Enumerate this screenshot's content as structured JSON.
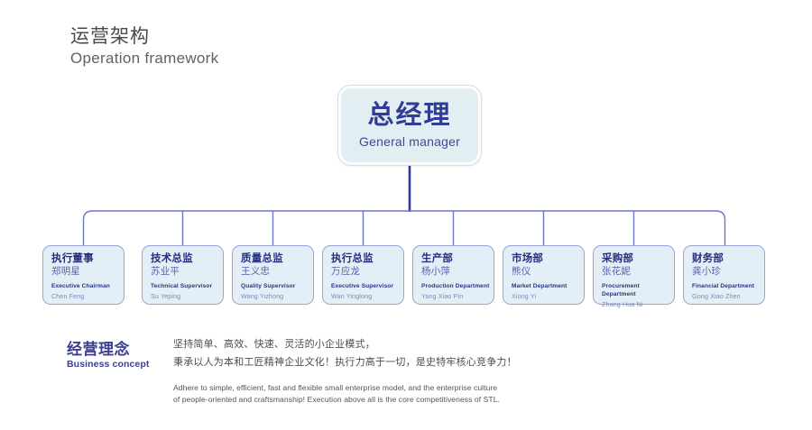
{
  "header": {
    "title_cn": "运营架构",
    "title_en": "Operation framework"
  },
  "chart": {
    "root": {
      "title_cn": "总经理",
      "title_en": "General manager"
    },
    "departments": [
      {
        "cn_title": "执行董事",
        "cn_name": "郑明星",
        "en_title": "Executive Chairman",
        "en_name": "Chen Feng"
      },
      {
        "cn_title": "技术总监",
        "cn_name": "苏业平",
        "en_title": "Technical Supervisor",
        "en_name": "Su Yeping"
      },
      {
        "cn_title": "质量总监",
        "cn_name": "王义忠",
        "en_title": "Quality Supervisor",
        "en_name": "Wang Yizhong"
      },
      {
        "cn_title": "执行总监",
        "cn_name": "万应龙",
        "en_title": "Executive Supervisor",
        "en_name": "Wan Yinglong"
      },
      {
        "cn_title": "生产部",
        "cn_name": "杨小萍",
        "en_title": "Production Department",
        "en_name": "Yang Xiao Pin"
      },
      {
        "cn_title": "市场部",
        "cn_name": "熊仪",
        "en_title": "Market Department",
        "en_name": "Xiong Yi"
      },
      {
        "cn_title": "采购部",
        "cn_name": "张花妮",
        "en_title": "Procurement Department",
        "en_name": "Zhang Hua Ni"
      },
      {
        "cn_title": "财务部",
        "cn_name": "龚小珍",
        "en_title": "Financial Department",
        "en_name": "Gong Xiao Zhen"
      }
    ]
  },
  "concept": {
    "label_cn": "经营理念",
    "label_en": "Business concept",
    "line1_cn": "坚持简单、高效、快速、灵活的小企业模式，",
    "line2_cn": "秉承以人为本和工匠精神企业文化！执行力高于一切，是史特牢核心竞争力！",
    "line1_en": "Adhere to simple, efficient, fast and flexible small enterprise model, and the enterprise culture",
    "line2_en": "of people-oriented and craftsmanship! Execution above all is the core competitiveness of STL."
  },
  "colors": {
    "accent_navy": "#2f3d96",
    "connector": "#6f77bd",
    "stem": "#2f3a92",
    "box_fill": "#e3eef7",
    "gm_fill": "#e3eef3"
  }
}
